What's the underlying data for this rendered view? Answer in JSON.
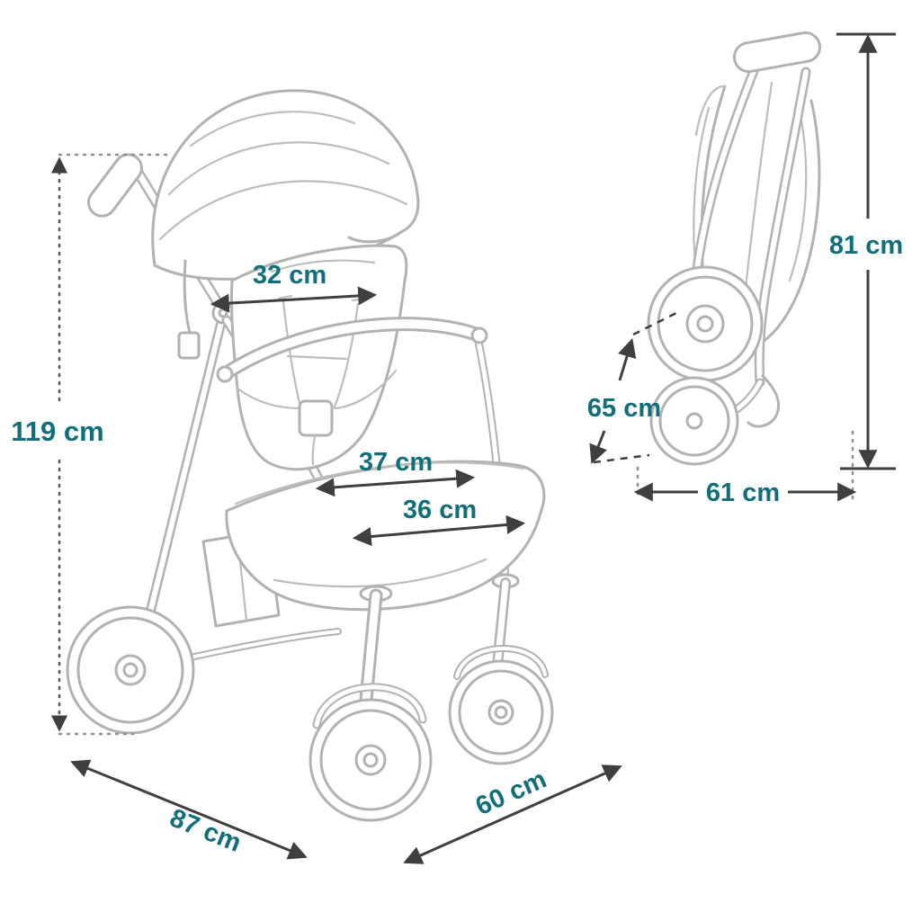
{
  "colors": {
    "dimension_text": "#136e7c",
    "dimension_line": "#3f3f3f",
    "line_art": "#b2b2b2",
    "background": "#ffffff"
  },
  "open_view": {
    "dimensions": {
      "height": "119 cm",
      "length": "87 cm",
      "width": "60 cm",
      "seat_width": "32 cm",
      "seat_depth": "37 cm",
      "footrest_width": "36 cm"
    }
  },
  "folded_view": {
    "dimensions": {
      "height": "81 cm",
      "depth": "65 cm",
      "length": "61 cm"
    }
  }
}
